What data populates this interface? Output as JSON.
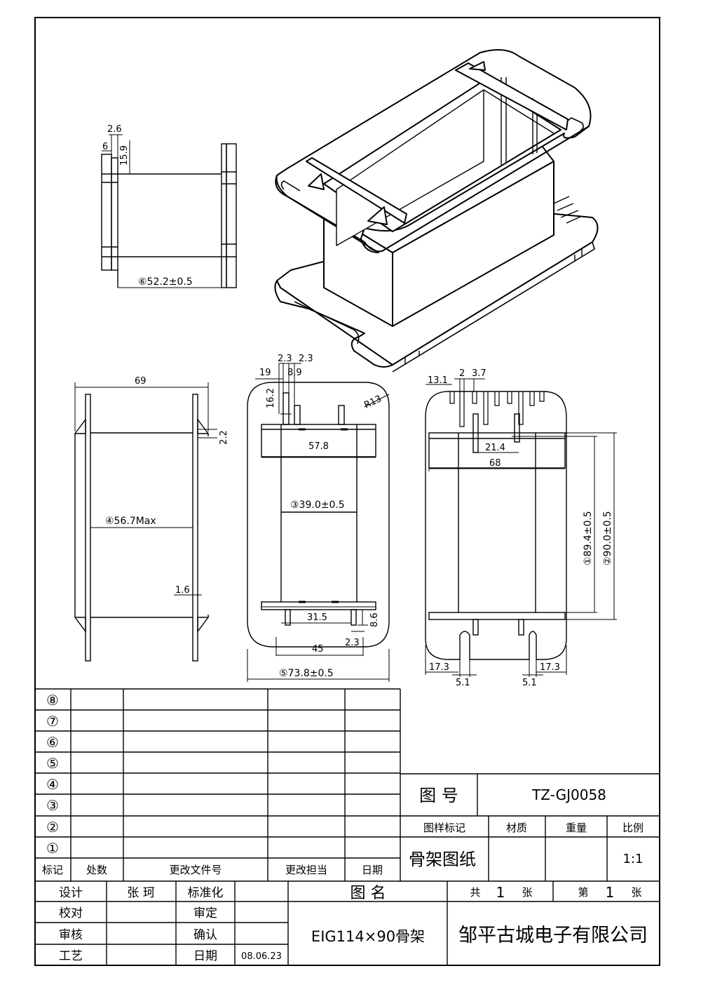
{
  "views": {
    "top_view": {
      "dim_2_6": "2.6",
      "dim_6": "6",
      "dim_15_9": "15.9",
      "dim_6_label": "⑥52.2±0.5"
    },
    "side_view": {
      "dim_69": "69",
      "dim_2_2": "2.2",
      "dim_4_label": "④56.7Max",
      "dim_1_6": "1.6"
    },
    "front_view": {
      "dim_2_3a": "2.3",
      "dim_2_3b": "2.3",
      "dim_19": "19",
      "dim_8_9": "8.9",
      "dim_16_2": "16.2",
      "dim_r13": "R13",
      "dim_57_8": "57.8",
      "dim_3_label": "③39.0±0.5",
      "dim_31_5": "31.5",
      "dim_8_6": "8.6",
      "dim_45": "45",
      "dim_2_3c": "2.3",
      "dim_5_label": "⑤73.8±0.5"
    },
    "right_view": {
      "dim_13_1": "13.1",
      "dim_2": "2",
      "dim_3_7": "3.7",
      "dim_21_4": "21.4",
      "dim_68": "68",
      "dim_1_label": "①89.4±0.5",
      "dim_2_label": "②90.0±0.5",
      "dim_17_3a": "17.3",
      "dim_17_3b": "17.3",
      "dim_5_1a": "5.1",
      "dim_5_1b": "5.1"
    }
  },
  "revision_table": {
    "marks": [
      "⑧",
      "⑦",
      "⑥",
      "⑤",
      "④",
      "③",
      "②",
      "①"
    ],
    "headers": [
      "标记",
      "处数",
      "更改文件号",
      "更改担当",
      "日期"
    ]
  },
  "title_block": {
    "drawing_no_label": "图  号",
    "drawing_no": "TZ-GJ0058",
    "sample_mark_label": "图样标记",
    "material_label": "材质",
    "weight_label": "重量",
    "scale_label": "比例",
    "sample_mark": "骨架图纸",
    "scale": "1:1",
    "design_label": "设计",
    "designer": "张 珂",
    "standard_label": "标准化",
    "check_label": "校对",
    "approve_label": "审定",
    "review_label": "审核",
    "confirm_label": "确认",
    "process_label": "工艺",
    "date_label": "日期",
    "date": "08.06.23",
    "name_label": "图  名",
    "total_prefix": "共",
    "total_count": "1",
    "total_suffix": "张",
    "sheet_prefix": "第",
    "sheet_no": "1",
    "sheet_suffix": "张",
    "part_name": "EIG114×90骨架",
    "company": "邹平古城电子有限公司"
  }
}
